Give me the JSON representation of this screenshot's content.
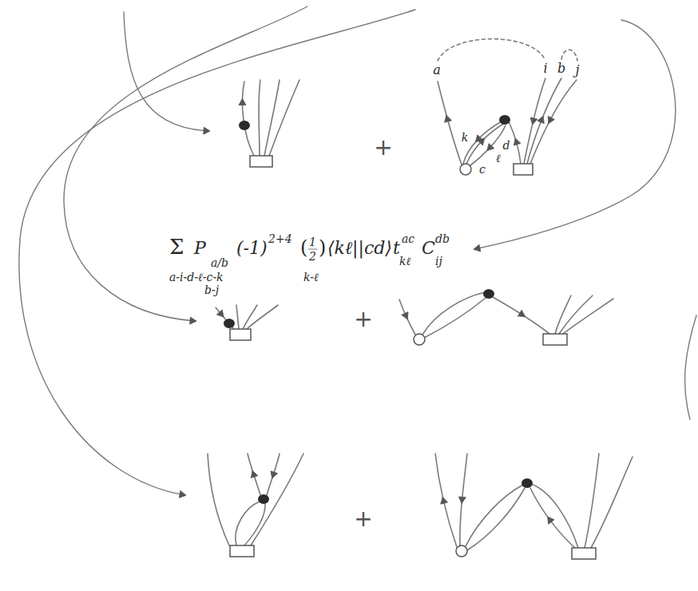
{
  "diagram": {
    "labels": [
      "+",
      "a",
      "i",
      "b",
      "j",
      "k",
      "c",
      "ℓ",
      "d",
      "Σ",
      "P",
      "a/b",
      "(-1)",
      "2+4",
      "(",
      "1",
      "2",
      ")",
      "⟨kℓ||cd⟩",
      "t",
      "ac",
      "kℓ",
      "C",
      "db",
      "ij",
      "a-i-d-ℓ-c-k",
      "b-j",
      "k-ℓ",
      "+",
      "+"
    ]
  }
}
